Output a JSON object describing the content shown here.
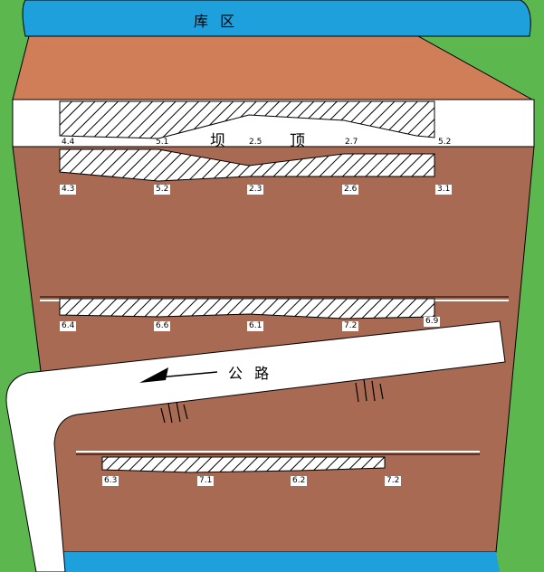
{
  "reservoir_label": "库 区",
  "dam_crest_label_left": "坝",
  "dam_crest_label_right": "顶",
  "road_label": "公 路",
  "colors": {
    "water": "#1ea0dc",
    "grass": "#5cb84e",
    "upstream_slope": "#cf7e58",
    "downstream_slope": "#a86a52",
    "crest": "#ffffff",
    "outline": "#000000"
  },
  "rows": [
    {
      "name": "crest-upstream-row",
      "labels": [
        "4.4",
        "5.1",
        "2.5",
        "2.7",
        "5.2"
      ]
    },
    {
      "name": "crest-downstream-row",
      "labels": [
        "4.3",
        "5.2",
        "2.3",
        "2.6",
        "3.1"
      ]
    },
    {
      "name": "berm-1-row",
      "labels": [
        "6.4",
        "6.6",
        "6.1",
        "7.2",
        "6.9"
      ]
    },
    {
      "name": "berm-2-row",
      "labels": [
        "6.3",
        "7.1",
        "6.2",
        "7.2"
      ]
    }
  ]
}
